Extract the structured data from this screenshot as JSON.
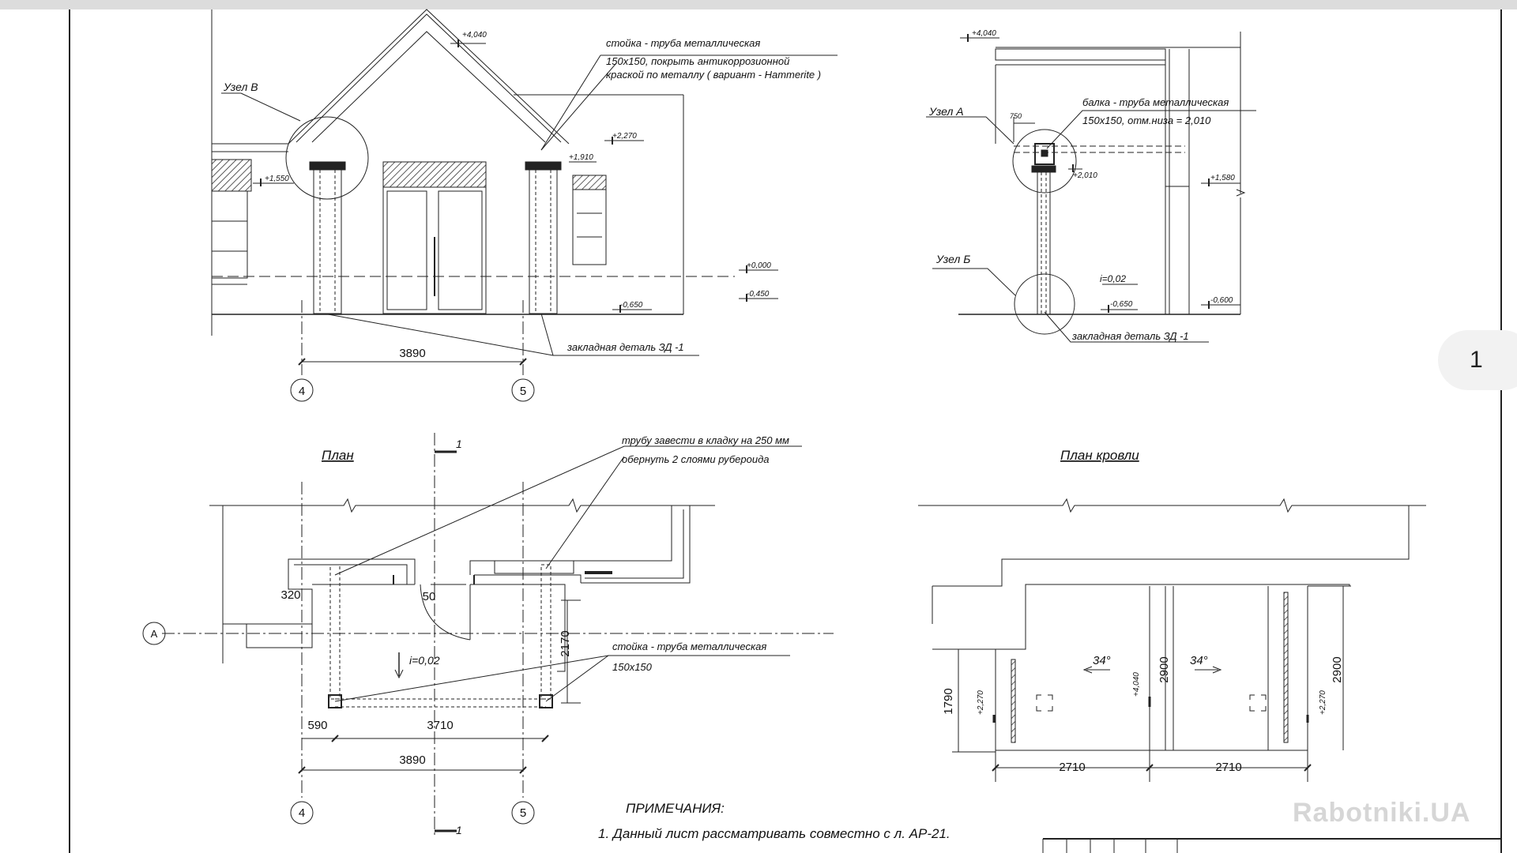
{
  "viewer": {
    "page_number": "1"
  },
  "watermark": {
    "text": "Rabotniki.UA"
  },
  "elevation_front": {
    "levels": [
      "+4,040",
      "+2,270",
      "+1,910",
      "+1,550",
      "+0,000",
      "-0,450",
      "-0,650"
    ],
    "node_b": "Узел  В",
    "column_note_1": "стойка - труба металлическая",
    "column_note_2": "150х150, покрыть антикоррозионной",
    "column_note_3": "краской по металлу ( вариант - Hammerite )",
    "embedded_part": "закладная деталь ЗД -1",
    "dimension": "3890",
    "axis_left": "4",
    "axis_right": "5"
  },
  "elevation_side": {
    "levels": [
      "+4,040",
      "+2,010",
      "+1,580",
      "-0,650",
      "-0,600"
    ],
    "node_a": "Узел  А",
    "node_b": "Узел  Б",
    "dim_small": "750",
    "beam_note_1": "балка  - труба металлическая",
    "beam_note_2": "150х150, отм.низа = 2,010",
    "slope": "i=0,02",
    "embedded_part": "закладная деталь ЗД -1"
  },
  "plan": {
    "title": "План",
    "section_mark": "1",
    "pipe_note_1": "трубу завести в кладку на 250 мм",
    "pipe_note_2": "обернуть 2 слоями рубероида",
    "column_note_1": "стойка  - труба металлическая",
    "column_note_2": "150х150",
    "slope": "i=0,02",
    "dims": {
      "d320": "320",
      "d50": "50",
      "d2170": "2170",
      "d590": "590",
      "d3710": "3710",
      "d3890": "3890"
    },
    "axis_a": "A",
    "axis_left": "4",
    "axis_right": "5"
  },
  "roof_plan": {
    "title": "План кровли",
    "angle_left": "34°",
    "angle_right": "34°",
    "level_left": "+2,270",
    "level_ridge": "+4,040",
    "level_right": "+2,270",
    "dims": {
      "d1790": "1790",
      "d2900a": "2900",
      "d2900b": "2900",
      "d2710a": "2710",
      "d2710b": "2710"
    }
  },
  "notes": {
    "heading": "ПРИМЕЧАНИЯ:",
    "item_1": "1. Данный лист рассматривать совместно с л. АР-21."
  }
}
